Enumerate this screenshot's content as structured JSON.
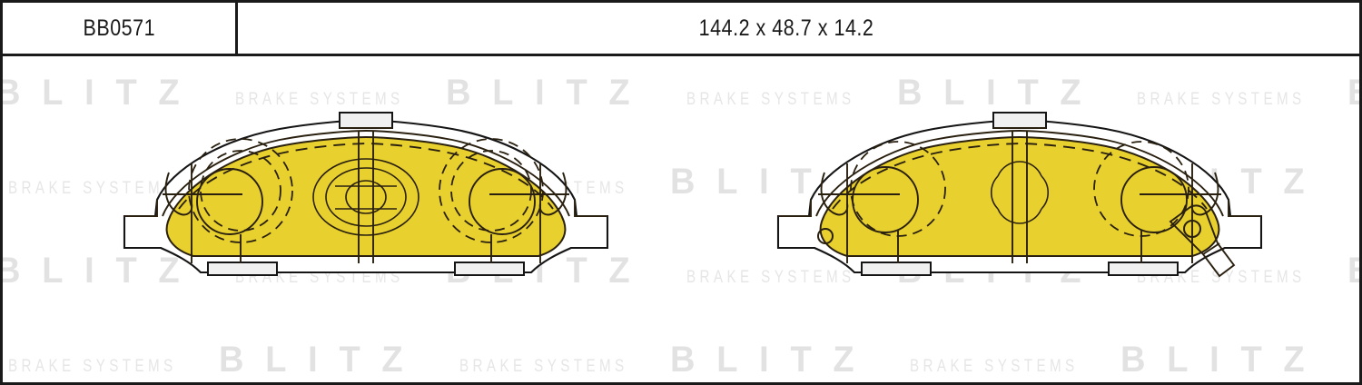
{
  "header": {
    "part_number": "BB0571",
    "dimensions": "144.2 x 48.7 x 14.2"
  },
  "watermark": {
    "brand": "BLITZ",
    "tagline": "BRAKE SYSTEMS",
    "color": "#e3e3e3",
    "rows": 4
  },
  "diagram": {
    "title": "brake-pad-set",
    "pads": [
      {
        "id": "pad-left",
        "label": "Left brake pad",
        "has_wear_sensor": false,
        "friction_color": "#e8d02e",
        "plate_color": "#ffffff",
        "outline_color": "#151515"
      },
      {
        "id": "pad-right",
        "label": "Right brake pad with wear sensor",
        "has_wear_sensor": true,
        "friction_color": "#e8d02e",
        "plate_color": "#ffffff",
        "outline_color": "#151515"
      }
    ]
  },
  "frame": {
    "border_color": "#1a1a1a",
    "background": "#ffffff"
  }
}
